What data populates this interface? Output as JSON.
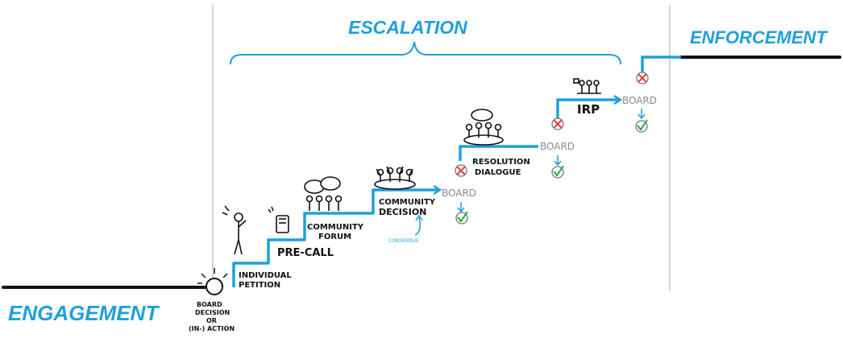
{
  "phases": {
    "engagement": "ENGAGEMENT",
    "escalation": "ESCALATION",
    "enforcement": "ENFORCEMENT"
  },
  "trigger": {
    "line1": "BOARD",
    "line2": "DECISION",
    "line3": "OR",
    "line4": "(IN-) ACTION"
  },
  "steps": {
    "individual_line1": "INDIVIDUAL",
    "individual_line2": "PETITION",
    "precall": "PRE-CALL",
    "forum_line1": "COMMUNITY",
    "forum_line2": "FORUM",
    "decision_line1": "COMMUNITY",
    "decision_line2": "DECISION",
    "consensus": "CONSENSUS",
    "board1": "BOARD",
    "resolution_line1": "RESOLUTION",
    "resolution_line2": "DIALOGUE",
    "board2": "BOARD",
    "irp": "IRP",
    "board3": "BOARD"
  },
  "colors": {
    "accent": "#1ea0dc",
    "ink": "#111111",
    "reject": "#e0403a",
    "approve": "#2aa84a",
    "grey": "#8a8a8a"
  },
  "icons": [
    "person-icon",
    "phone-icon",
    "speech-bubble-icon",
    "group-icon",
    "cross-icon",
    "check-icon",
    "arrow-icon"
  ]
}
